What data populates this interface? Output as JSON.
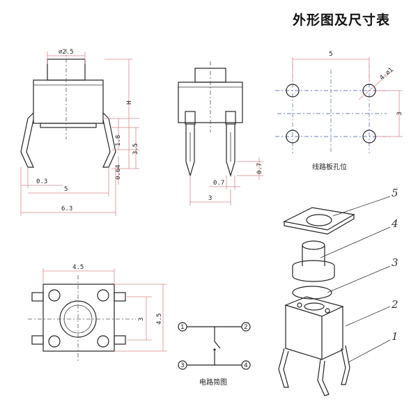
{
  "title": "外形图及尺寸表",
  "front_view": {
    "dia_label": "⌀2.5",
    "h_label": "H",
    "d18": "1.8",
    "d35": "3.5",
    "d064": "0.64",
    "d03": "0.3",
    "d5": "5",
    "d63": "6.3"
  },
  "side_view": {
    "d07v": "0.7",
    "d07h": "0.7",
    "d3": "3"
  },
  "pcb_holes": {
    "w5": "5",
    "hole_note": "4-⌀1",
    "h3": "3",
    "caption": "线路板孔位"
  },
  "top_view": {
    "w45": "4.5",
    "h3": "3",
    "h45": "4.5"
  },
  "circuit": {
    "pins": [
      "1",
      "2",
      "3",
      "4"
    ],
    "caption": "电路简图"
  },
  "exploded": {
    "callouts": [
      "5",
      "4",
      "3",
      "2",
      "1"
    ]
  }
}
